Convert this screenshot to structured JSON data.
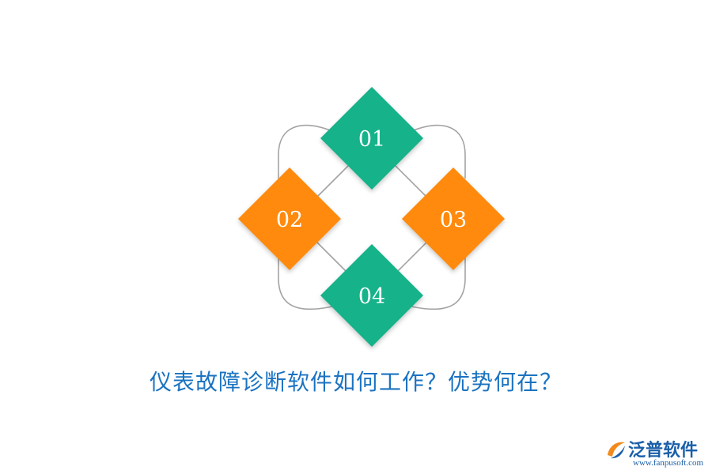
{
  "diagram": {
    "nodes": [
      {
        "label": "01",
        "color": "#16b28a"
      },
      {
        "label": "02",
        "color": "#ff8a0a"
      },
      {
        "label": "03",
        "color": "#ff8a0a"
      },
      {
        "label": "04",
        "color": "#16b28a"
      }
    ],
    "connector_color": "#a3a3a3"
  },
  "title": {
    "text": "仪表故障诊断软件如何工作？优势何在？",
    "color": "#1a73c1"
  },
  "logo": {
    "name": "泛普软件",
    "url": "www.fanpusoft.com",
    "accent_orange": "#f08a1c",
    "accent_blue": "#1a5fa8"
  }
}
